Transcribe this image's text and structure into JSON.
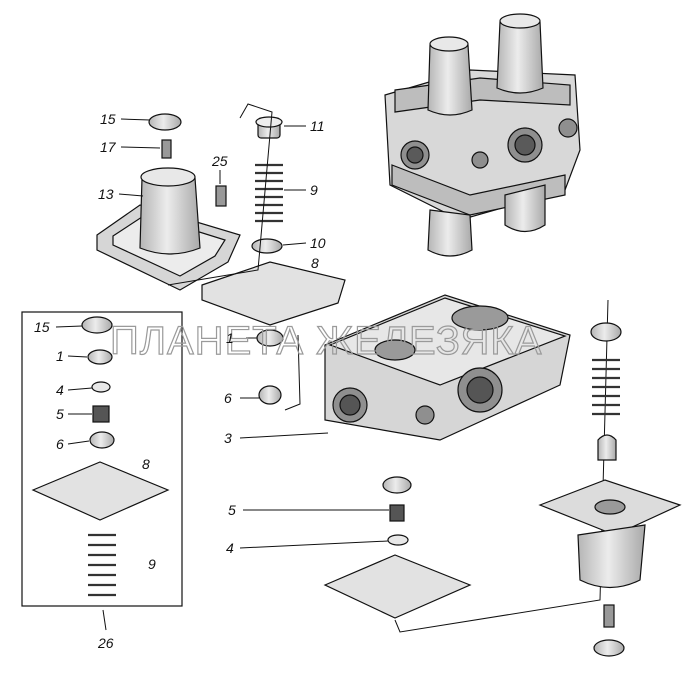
{
  "watermark": "ПЛАНЕТА ЖЕЛЕЗЯКА",
  "callouts": {
    "c15a": "15",
    "c17": "17",
    "c13": "13",
    "c25": "25",
    "c11": "11",
    "c9a": "9",
    "c10": "10",
    "c8a": "8",
    "c15b": "15",
    "c1a": "1",
    "c4a": "4",
    "c5a": "5",
    "c6a": "6",
    "c8b": "8",
    "c9b": "9",
    "c26": "26",
    "c1b": "1",
    "c6b": "6",
    "c3": "3",
    "c5b": "5",
    "c4b": "4"
  },
  "colors": {
    "ink": "#111111",
    "part": "#d4d4d4",
    "shade": "#a8a8a8",
    "light": "#efefef"
  }
}
